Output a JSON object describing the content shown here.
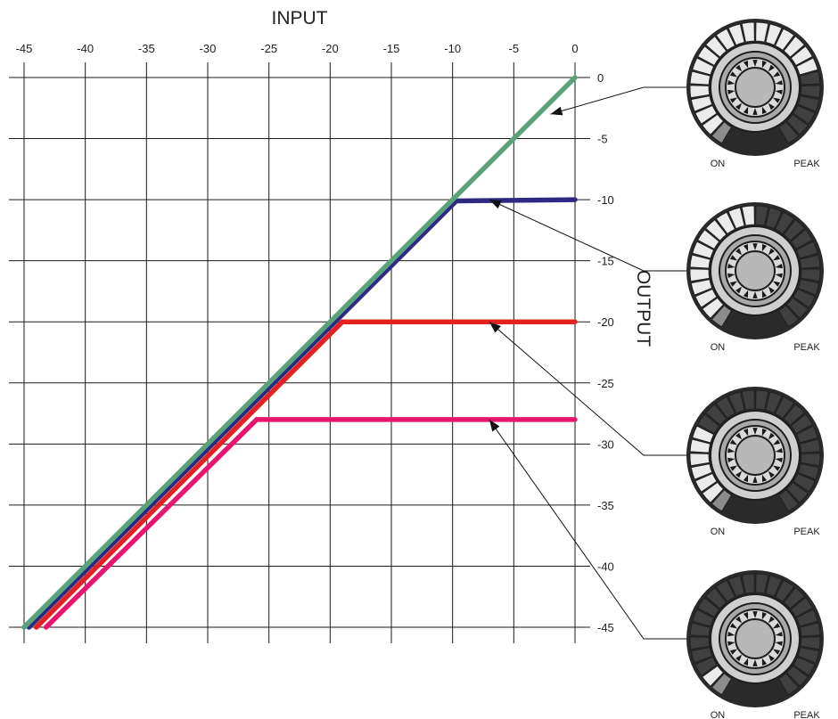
{
  "chart_data": {
    "type": "line",
    "title": "",
    "xlabel": "INPUT",
    "ylabel": "OUTPUT",
    "xlim": [
      -45,
      0
    ],
    "ylim": [
      -45,
      0
    ],
    "xticks": [
      -45,
      -40,
      -35,
      -30,
      -25,
      -20,
      -15,
      -10,
      -5,
      0
    ],
    "yticks": [
      0,
      -5,
      -10,
      -15,
      -20,
      -25,
      -30,
      -35,
      -40,
      -45
    ],
    "xtick_labels": [
      "-45",
      "-40",
      "-35",
      "-30",
      "-25",
      "-20",
      "-15",
      "-10",
      "-5",
      "0"
    ],
    "ytick_labels": [
      "0",
      "-5",
      "-10",
      "-15",
      "-20",
      "-25",
      "-30",
      "-35",
      "-40",
      "-45"
    ],
    "grid": true,
    "series": [
      {
        "color": "#e8156e",
        "points": [
          [
            -43.2,
            -45
          ],
          [
            -26,
            -28
          ],
          [
            0,
            -28
          ]
        ]
      },
      {
        "color": "#e3211f",
        "points": [
          [
            -44.0,
            -45
          ],
          [
            -19,
            -20
          ],
          [
            0,
            -20
          ]
        ]
      },
      {
        "color": "#2e2a84",
        "points": [
          [
            -44.6,
            -45
          ],
          [
            -9.7,
            -10.1
          ],
          [
            0,
            -10
          ]
        ]
      },
      {
        "color": "#5aa37a",
        "points": [
          [
            -45,
            -45
          ],
          [
            0,
            0
          ]
        ]
      }
    ],
    "callouts": [
      {
        "target": [
          -2,
          -3
        ],
        "knob": 0
      },
      {
        "target": [
          -7,
          -10
        ],
        "knob": 1
      },
      {
        "target": [
          -7,
          -20
        ],
        "knob": 2
      },
      {
        "target": [
          -7,
          -28
        ],
        "knob": 3
      }
    ]
  },
  "meters": [
    {
      "lit": 18,
      "on_label": "ON",
      "peak_label": "PEAK"
    },
    {
      "lit": 12,
      "on_label": "ON",
      "peak_label": "PEAK"
    },
    {
      "lit": 7,
      "on_label": "ON",
      "peak_label": "PEAK"
    },
    {
      "lit": 2,
      "on_label": "ON",
      "peak_label": "PEAK"
    }
  ],
  "colors": {
    "grid": "#1a1a1a",
    "segment_lit": "#ebebeb",
    "segment_unlit": "#404040",
    "segment_first": "#8c8c8c",
    "ring_dark": "#2a2a2a"
  }
}
